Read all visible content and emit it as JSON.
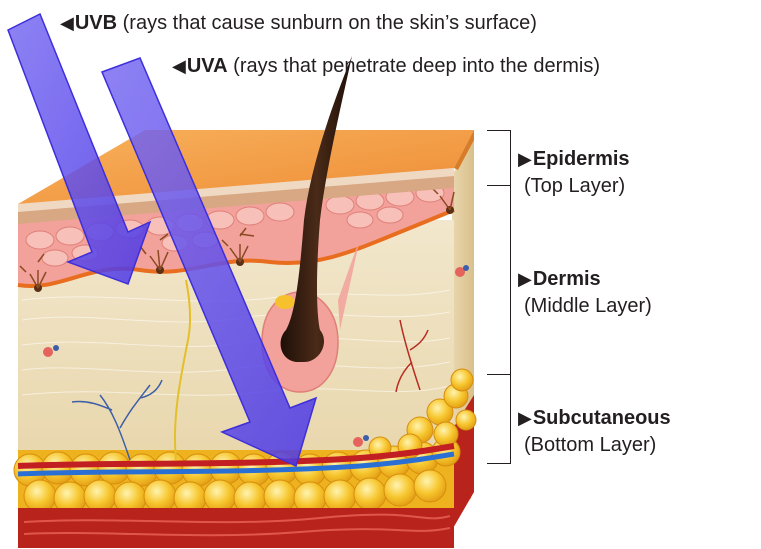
{
  "rays": {
    "uvb": {
      "name": "UVB",
      "description": "(rays that cause sunburn on the skin’s surface)"
    },
    "uva": {
      "name": "UVA",
      "description": "(rays that penetrate deep into the dermis)"
    }
  },
  "layers": [
    {
      "name": "Epidermis",
      "sub": "(Top Layer)"
    },
    {
      "name": "Dermis",
      "sub": "(Middle Layer)"
    },
    {
      "name": "Subcutaneous",
      "sub": "(Bottom Layer)"
    }
  ],
  "colors": {
    "epidermis_top": "#f5a04a",
    "dermis": "#efe3c3",
    "fat": "#f6c12c",
    "muscle": "#b8231c",
    "uv_arrow": "#5b4dea",
    "text": "#231f20"
  }
}
